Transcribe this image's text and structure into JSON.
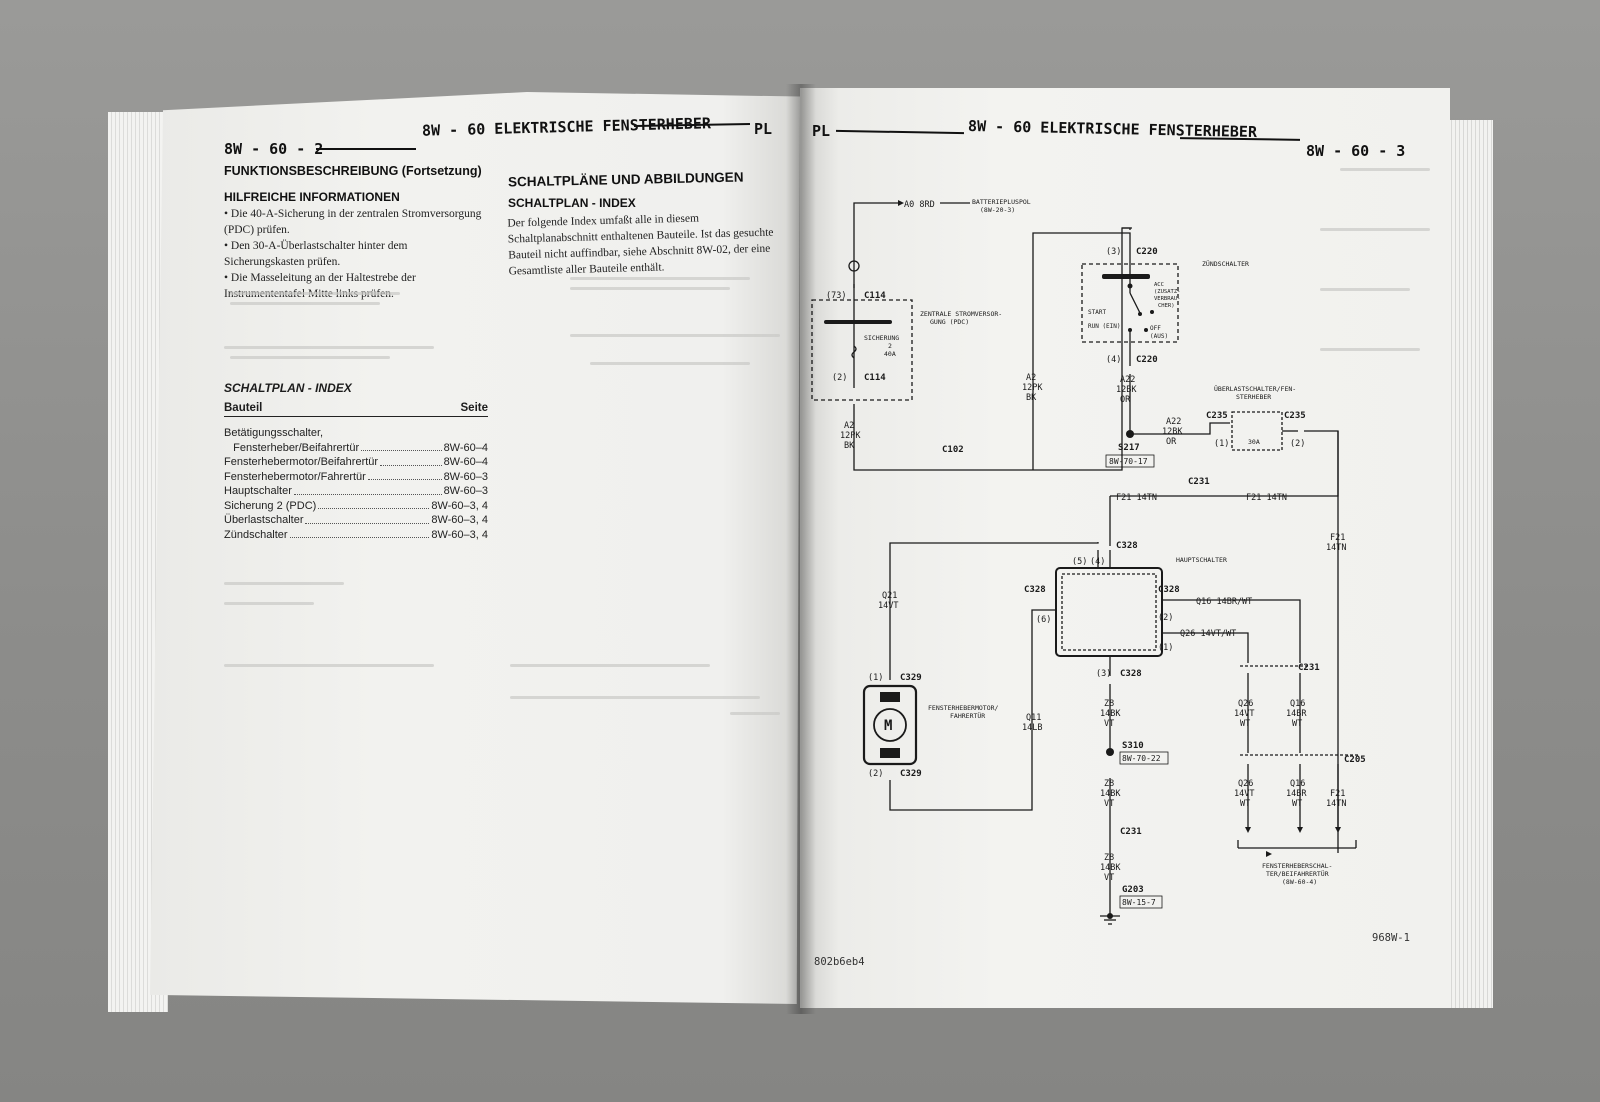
{
  "left_page": {
    "page_number": "8W - 60 - 2",
    "header_title": "8W - 60 ELEKTRISCHE FENSTERHEBER",
    "header_code": "PL",
    "section_title": "FUNKTIONSBESCHREIBUNG (Fortsetzung)",
    "help_title": "HILFREICHE INFORMATIONEN",
    "help_items": [
      "• Die 40-A-Sicherung in der zentralen Stromversorgung (PDC) prüfen.",
      "• Den 30-A-Überlastschalter hinter dem Sicherungskasten prüfen.",
      "• Die Masseleitung an der Haltestrebe der Instrumententafel Mitte links prüfen."
    ],
    "index_title": "SCHALTPLAN - INDEX",
    "index_col_component": "Bauteil",
    "index_col_page": "Seite",
    "index_rows": [
      {
        "name": "Betätigungsschalter,",
        "page": ""
      },
      {
        "name": "   Fensterheber/Beifahrertür",
        "page": "8W-60–4"
      },
      {
        "name": "Fensterhebermotor/Beifahrertür",
        "page": "8W-60–4"
      },
      {
        "name": "Fensterhebermotor/Fahrertür",
        "page": "8W-60–3"
      },
      {
        "name": "Hauptschalter",
        "page": "8W-60–3"
      },
      {
        "name": "Sicherung 2 (PDC)",
        "page": "8W-60–3, 4"
      },
      {
        "name": "Überlastschalter",
        "page": "8W-60–3, 4"
      },
      {
        "name": "Zündschalter",
        "page": "8W-60–3, 4"
      }
    ],
    "diagrams_title": "SCHALTPLÄNE UND ABBILDUNGEN",
    "diagrams_subtitle": "SCHALTPLAN - INDEX",
    "diagrams_text": "Der folgende Index umfaßt alle in diesem Schaltplanabschnitt enthaltenen Bauteile. Ist das gesuchte Bauteil nicht auffindbar, siehe Abschnitt 8W-02, der eine Gesamtliste aller Bauteile enthält."
  },
  "right_page": {
    "header_code": "PL",
    "header_title": "8W - 60 ELEKTRISCHE FENSTERHEBER",
    "page_number": "8W - 60 - 3",
    "footer_left": "802b6eb4",
    "footer_right": "968W-1",
    "diagram": {
      "wire_top": "A0 8RD",
      "batt_label": "BATTERIEPLUSPOL",
      "batt_ref": "(8W-20-3)",
      "c114_top_pin": "(73)",
      "c114": "C114",
      "c114_bottom_pin": "(2)",
      "pdc_label_1": "ZENTRALE STROMVERSOR-",
      "pdc_label_2": "GUNG (PDC)",
      "fuse_label": "SICHERUNG",
      "fuse_num": "2",
      "fuse_amp": "40A",
      "wire_a2_left_1": "A2",
      "wire_a2_left_2": "12PK",
      "wire_a2_left_3": "BK",
      "wire_a2_mid_1": "A2",
      "wire_a2_mid_2": "12PK",
      "wire_a2_mid_3": "BK",
      "c102": "C102",
      "ign_top_pin": "(3)",
      "c220": "C220",
      "ign_bottom_pin": "(4)",
      "ign_label": "ZÜNDSCHALTER",
      "ign_acc": "ACC",
      "ign_acc2": "(ZUSATZ-",
      "ign_acc3": "VERBRAU-",
      "ign_acc4": "CHER)",
      "ign_start": "START",
      "ign_run": "RUN (EIN)",
      "ign_off": "OFF",
      "ign_off2": "(AUS)",
      "wire_a22_1": "A22",
      "wire_a22_2": "12BK",
      "wire_a22_3": "OR",
      "s217": "S217",
      "s217_ref": "8W-70-17",
      "ov_label_1": "ÜBERLASTSCHALTER/FEN-",
      "ov_label_2": "STERHEBER",
      "c235": "C235",
      "c235_pin1": "(1)",
      "c235_pin2": "(2)",
      "ov_amp": "30A",
      "wire_a22b_1": "A22",
      "wire_a22b_2": "12BK",
      "wire_a22b_3": "OR",
      "c231": "C231",
      "wire_f21a": "F21 14TN",
      "wire_f21b": "F21 14TN",
      "wire_f21c_1": "F21",
      "wire_f21c_2": "14TN",
      "c328": "C328",
      "c328_pin5": "(5)",
      "c328_pin4": "(4)",
      "c328_pin6": "(6)",
      "c328_pin2": "(2)",
      "c328_pin1": "(1)",
      "c328_pin3": "(3)",
      "main_switch": "HAUPTSCHALTER",
      "wire_q16": "Q16 14BR/WT",
      "wire_q26": "Q26 14VT/WT",
      "wire_q21_1": "Q21",
      "wire_q21_2": "14VT",
      "c329": "C329",
      "c329_pin1": "(1)",
      "c329_pin2": "(2)",
      "motor_symbol": "M",
      "motor_label_1": "FENSTERHEBERMOTOR/",
      "motor_label_2": "FAHRERTÜR",
      "wire_q11_1": "Q11",
      "wire_q11_2": "14LB",
      "wire_z8_1": "Z8",
      "wire_z8_2": "14BK",
      "wire_z8_3": "VT",
      "s310": "S310",
      "s310_ref": "8W-70-22",
      "g203": "G203",
      "g203_ref": "8W-15-7",
      "c205": "C205",
      "wire_q26a_1": "Q26",
      "wire_q26a_2": "14VT",
      "wire_q26a_3": "WT",
      "wire_q16a_1": "Q16",
      "wire_q16a_2": "14BR",
      "wire_q16a_3": "WT",
      "wire_f21d_1": "F21",
      "wire_f21d_2": "14TN",
      "dest_1": "FENSTERHEBERSCHAL-",
      "dest_2": "TER/BEIFAHRERTÜR",
      "dest_3": "(8W-60-4)"
    }
  },
  "colors": {
    "ink": "#1a1a1a",
    "paper": "#f1f1ee",
    "background": "#8e8e8d"
  }
}
